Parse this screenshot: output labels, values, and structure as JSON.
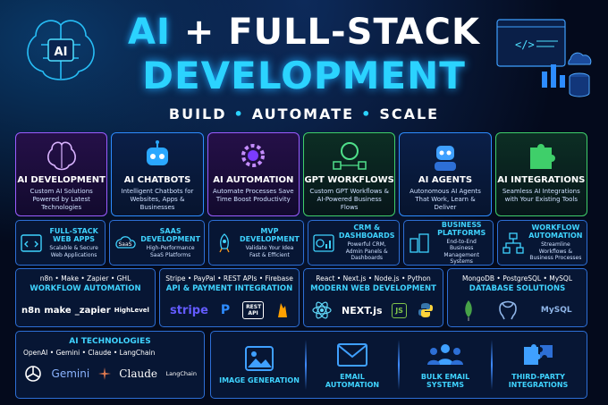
{
  "header": {
    "title_ai": "AI",
    "title_plus": "+",
    "title_fs": "FULL-STACK",
    "title_dev": "DEVELOPMENT",
    "tag_build": "BUILD",
    "tag_automate": "AUTOMATE",
    "tag_scale": "SCALE",
    "brain_label": "AI",
    "code_glyph": "</>"
  },
  "services": [
    {
      "title": "AI DEVELOPMENT",
      "desc": "Custom AI Solutions Powered by Latest Technologies"
    },
    {
      "title": "AI CHATBOTS",
      "desc": "Intelligent Chatbots for Websites, Apps & Businesses"
    },
    {
      "title": "AI AUTOMATION",
      "desc": "Automate Processes Save Time Boost Productivity"
    },
    {
      "title": "GPT WORKFLOWS",
      "desc": "Custom GPT Workflows & AI-Powered Business Flows"
    },
    {
      "title": "AI AGENTS",
      "desc": "Autonomous AI Agents That Work, Learn & Deliver"
    },
    {
      "title": "AI INTEGRATIONS",
      "desc": "Seamless AI Integrations with Your Existing Tools"
    }
  ],
  "features": [
    {
      "title": "FULL-STACK WEB APPS",
      "desc": "Scalable & Secure Web Applications"
    },
    {
      "title": "SAAS DEVELOPMENT",
      "desc": "High-Performance SaaS Platforms",
      "icon_text": "SaaS"
    },
    {
      "title": "MVP DEVELOPMENT",
      "desc": "Validate Your Idea Fast & Efficient"
    },
    {
      "title": "CRM & DASHBOARDS",
      "desc": "Powerful CRM, Admin Panels & Dashboards"
    },
    {
      "title": "BUSINESS PLATFORMS",
      "desc": "End-to-End Business Management Systems"
    },
    {
      "title": "WORKFLOW AUTOMATION",
      "desc": "Streamline Workflows & Business Processes"
    }
  ],
  "tech": [
    {
      "list": "n8n • Make • Zapier • GHL",
      "heading": "WORKFLOW AUTOMATION",
      "logos": [
        "n8n",
        "make",
        "_zapier",
        "HighLevel"
      ]
    },
    {
      "list": "Stripe • PayPal • REST APIs • Firebase",
      "heading": "API & PAYMENT INTEGRATION",
      "logos": [
        "stripe",
        "P",
        "REST API"
      ]
    },
    {
      "list": "React • Next.js • Node.js • Python",
      "heading": "MODERN WEB DEVELOPMENT",
      "logos": [
        "NEXT.js",
        "JS"
      ]
    },
    {
      "list": "MongoDB • PostgreSQL • MySQL",
      "heading": "DATABASE SOLUTIONS",
      "logos": [
        "MySQL"
      ]
    }
  ],
  "ai_tech": {
    "heading": "AI TECHNOLOGIES",
    "list": "OpenAI • Gemini • Claude • LangChain",
    "logos": [
      "Gemini",
      "Claude",
      "LangChain"
    ]
  },
  "bottom": [
    {
      "title": "IMAGE GENERATION"
    },
    {
      "title": "EMAIL AUTOMATION"
    },
    {
      "title": "BULK EMAIL SYSTEMS"
    },
    {
      "title": "THIRD-PARTY INTEGRATIONS"
    }
  ],
  "colors": {
    "accent": "#2bd3ff",
    "purple": "#9a5cff",
    "green": "#3fcf6a",
    "blue": "#2d8cff",
    "stripe": "#635bff",
    "orange": "#ff9a1a"
  }
}
